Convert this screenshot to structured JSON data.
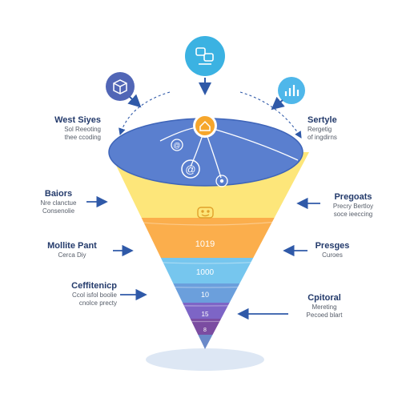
{
  "colors": {
    "top": "#5a7fcf",
    "yellow": "#fde67a",
    "orange": "#fbae4c",
    "lightblue": "#76c6ee",
    "blue": "#5f9fdb",
    "indigo": "#7c6fd0",
    "purple": "#7b4ca1",
    "tip": "#6a89c9",
    "arrow": "#2f59a8",
    "iconMain": "#3bb2e2",
    "iconLeft": "#5166b6",
    "iconRight": "#4fb7ea",
    "iconCenter": "#f6a62c",
    "shadow": "#dde7f4"
  },
  "icons": {
    "top": "chat-bubble-icon",
    "left": "cube-icon",
    "right": "bar-chart-icon",
    "center": "home-icon",
    "ring1": "at-sign-icon",
    "ring2": "eye-icon",
    "ring3": "lock-icon",
    "face": "smiley-face-icon"
  },
  "labels": {
    "west": {
      "title": "West Siyes",
      "sub": [
        "Sol Reeoting",
        "thee ccoding"
      ]
    },
    "baiors": {
      "title": "Baiors",
      "sub": [
        "Nre clanctue",
        "Consenolie"
      ]
    },
    "mollite": {
      "title": "Mollite Pant",
      "sub": [
        "Cerca Diy"
      ]
    },
    "coefft": {
      "title": "Ceffitenicp",
      "sub": [
        "Ccol isfol boolie",
        "cnolce precty"
      ]
    },
    "sertyle": {
      "title": "Sertyle",
      "sub": [
        "Rergetig",
        "of ingdirns"
      ]
    },
    "pregoats": {
      "title": "Pregoats",
      "sub": [
        "Precry Bertloy",
        "soce ieeccing"
      ]
    },
    "presges": {
      "title": "Presges",
      "sub": [
        "Curoes"
      ]
    },
    "cpitoral": {
      "title": "Cpitoral",
      "sub": [
        "Mereting",
        "Pecoed blart"
      ]
    }
  },
  "funnel_values": {
    "orange": "1019",
    "lightblue": "1000",
    "blue": "10",
    "purple": "15",
    "tip": "8"
  }
}
